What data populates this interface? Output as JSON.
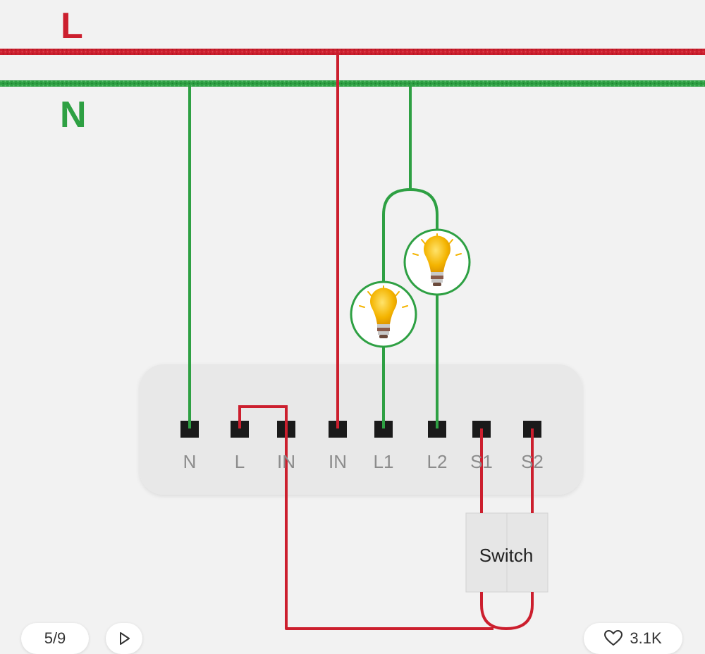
{
  "bus": {
    "line_label": "L",
    "neutral_label": "N",
    "line_color": "#cc1f2e",
    "neutral_color": "#2ea043"
  },
  "module": {
    "terminals": [
      "N",
      "L",
      "IN",
      "IN",
      "L1",
      "L2",
      "S1",
      "S2"
    ]
  },
  "switch": {
    "label": "Switch"
  },
  "overlay": {
    "page_counter": "5/9",
    "like_count": "3.1K",
    "play_icon": "play-icon",
    "heart_icon": "heart-icon"
  }
}
